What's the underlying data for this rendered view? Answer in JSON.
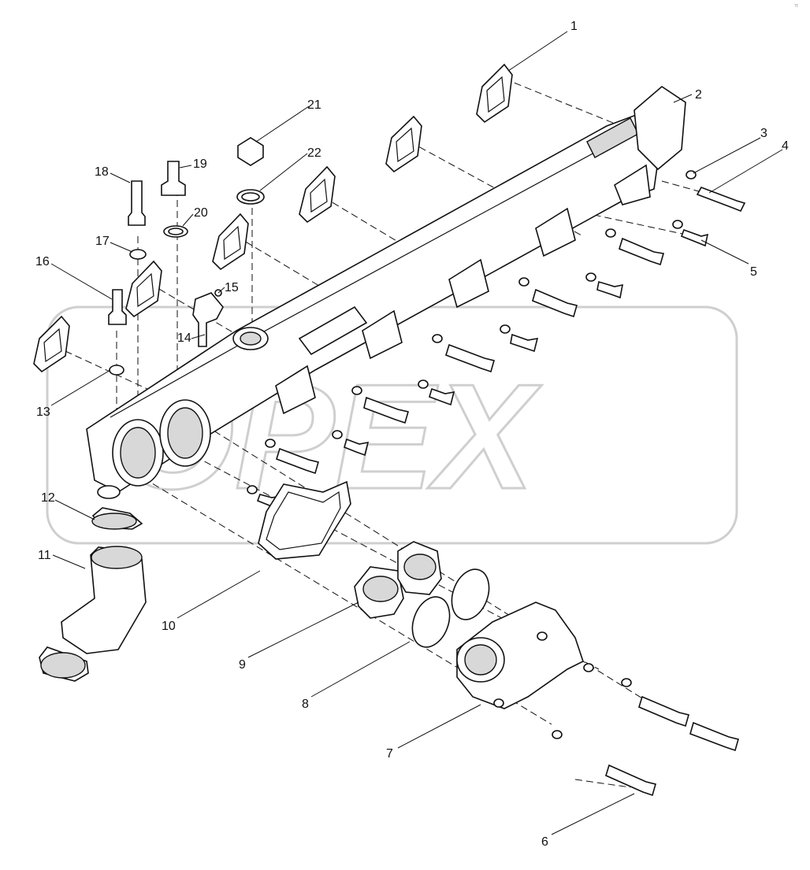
{
  "corner_mark": "ᵀᴱ",
  "callouts": [
    "1",
    "2",
    "3",
    "4",
    "5",
    "6",
    "7",
    "8",
    "9",
    "10",
    "11",
    "12",
    "13",
    "14",
    "15",
    "16",
    "17",
    "18",
    "19",
    "20",
    "21",
    "22"
  ]
}
